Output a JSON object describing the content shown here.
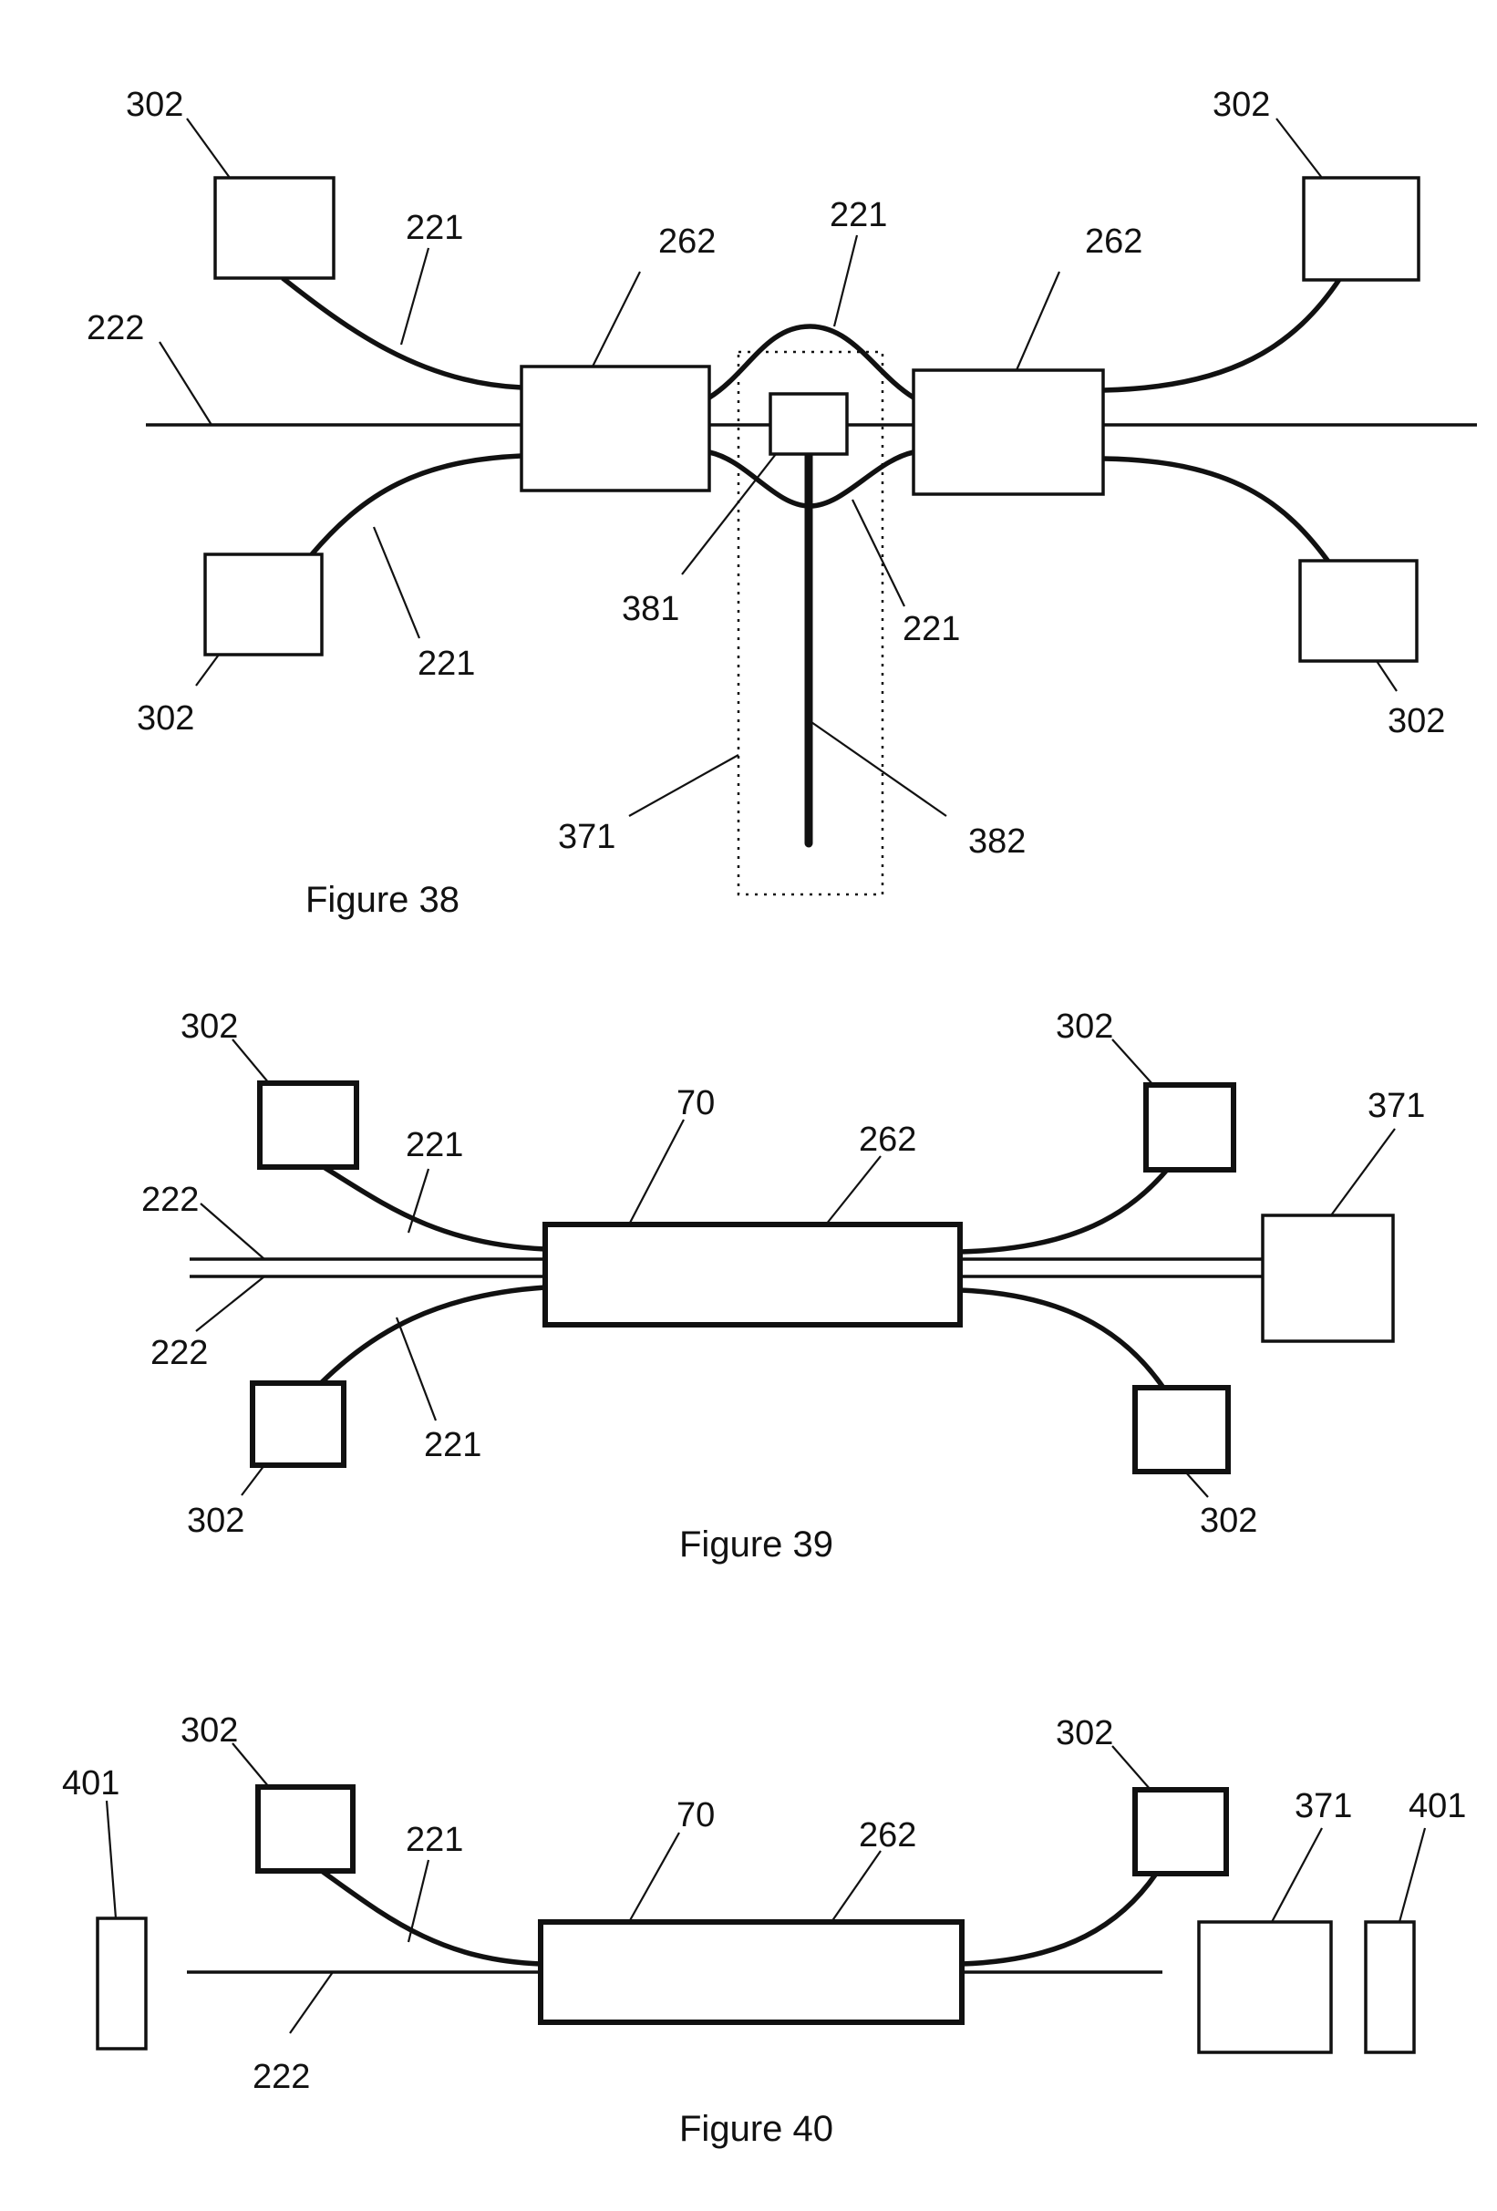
{
  "figures": [
    {
      "id": "fig38",
      "caption": "Figure 38"
    },
    {
      "id": "fig39",
      "caption": "Figure 39"
    },
    {
      "id": "fig40",
      "caption": "Figure 40"
    }
  ],
  "labels": {
    "n302": "302",
    "n221": "221",
    "n222": "222",
    "n262": "262",
    "n381": "381",
    "n371": "371",
    "n382": "382",
    "n70": "70",
    "n401": "401"
  },
  "colors": {
    "ink": "#111111",
    "paper": "#ffffff"
  }
}
